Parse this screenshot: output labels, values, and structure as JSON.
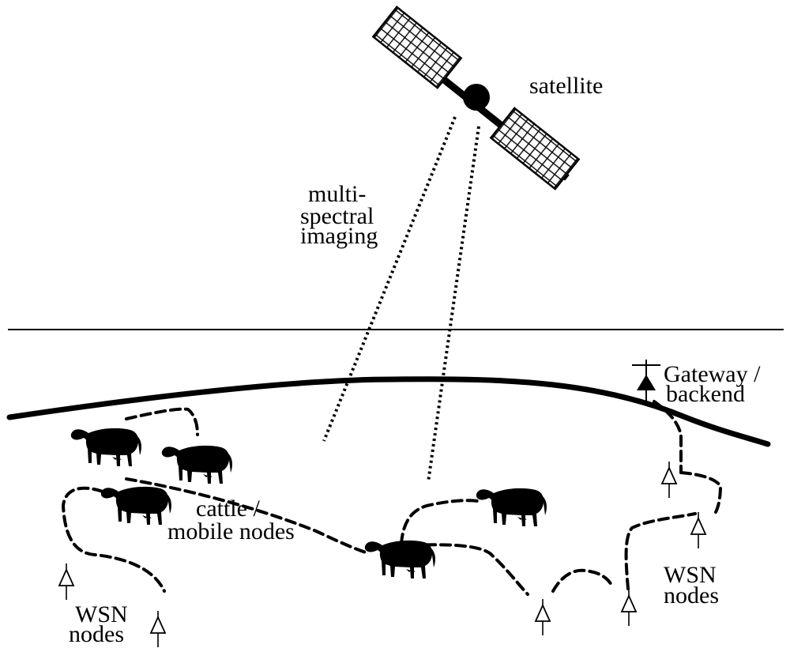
{
  "labels": {
    "satellite": "satellite",
    "imaging": [
      "multi-",
      "spectral",
      "imaging"
    ],
    "gateway": [
      "Gateway /",
      "backend"
    ],
    "cattle": [
      "cattle /",
      "mobile nodes"
    ],
    "wsn_left": [
      "WSN",
      "nodes"
    ],
    "wsn_right": [
      "WSN",
      "nodes"
    ]
  },
  "colors": {
    "ink": "#000000",
    "background": "#ffffff"
  }
}
